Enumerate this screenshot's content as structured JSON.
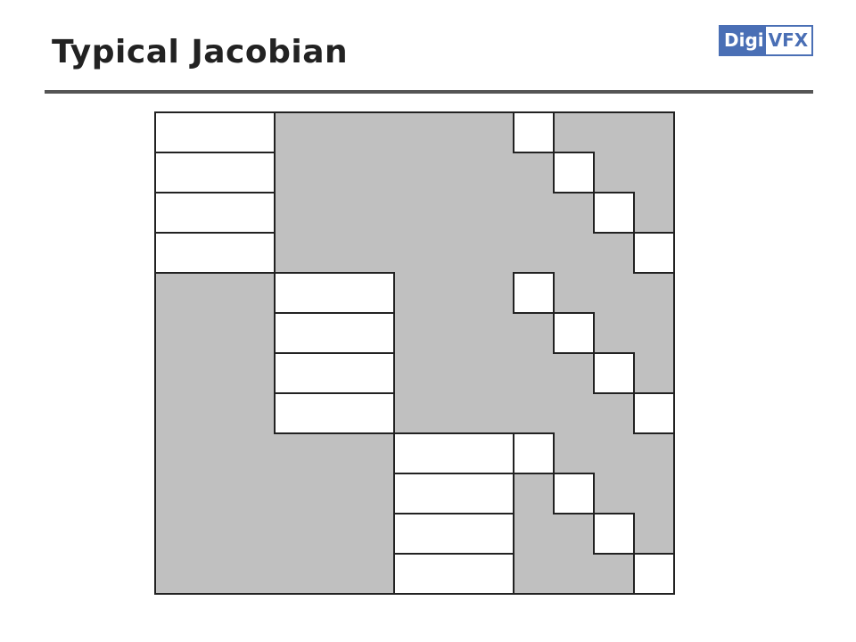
{
  "slide": {
    "title": "Typical Jacobian"
  },
  "logo": {
    "text_main": "Digi",
    "text_accent": "VFX",
    "brand_color": "#4a6fb5"
  },
  "diagram": {
    "fill_color": "#c0c0c0",
    "white_color": "#ffffff",
    "stroke_color": "#222222",
    "camera_blocks": 3,
    "rows_per_camera": 4,
    "points": 4
  }
}
